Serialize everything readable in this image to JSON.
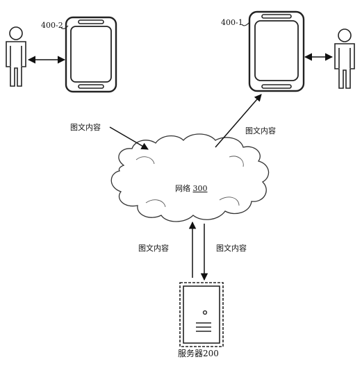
{
  "devices": {
    "left": {
      "label": "400-2"
    },
    "right": {
      "label": "400-1"
    }
  },
  "edges": {
    "left_to_network": "图文内容",
    "network_to_right": "图文内容",
    "server_to_network": "图文内容",
    "network_to_server": "图文内容"
  },
  "network": {
    "label_prefix": "网络",
    "label_number": "300"
  },
  "server": {
    "label": "服务器200"
  }
}
